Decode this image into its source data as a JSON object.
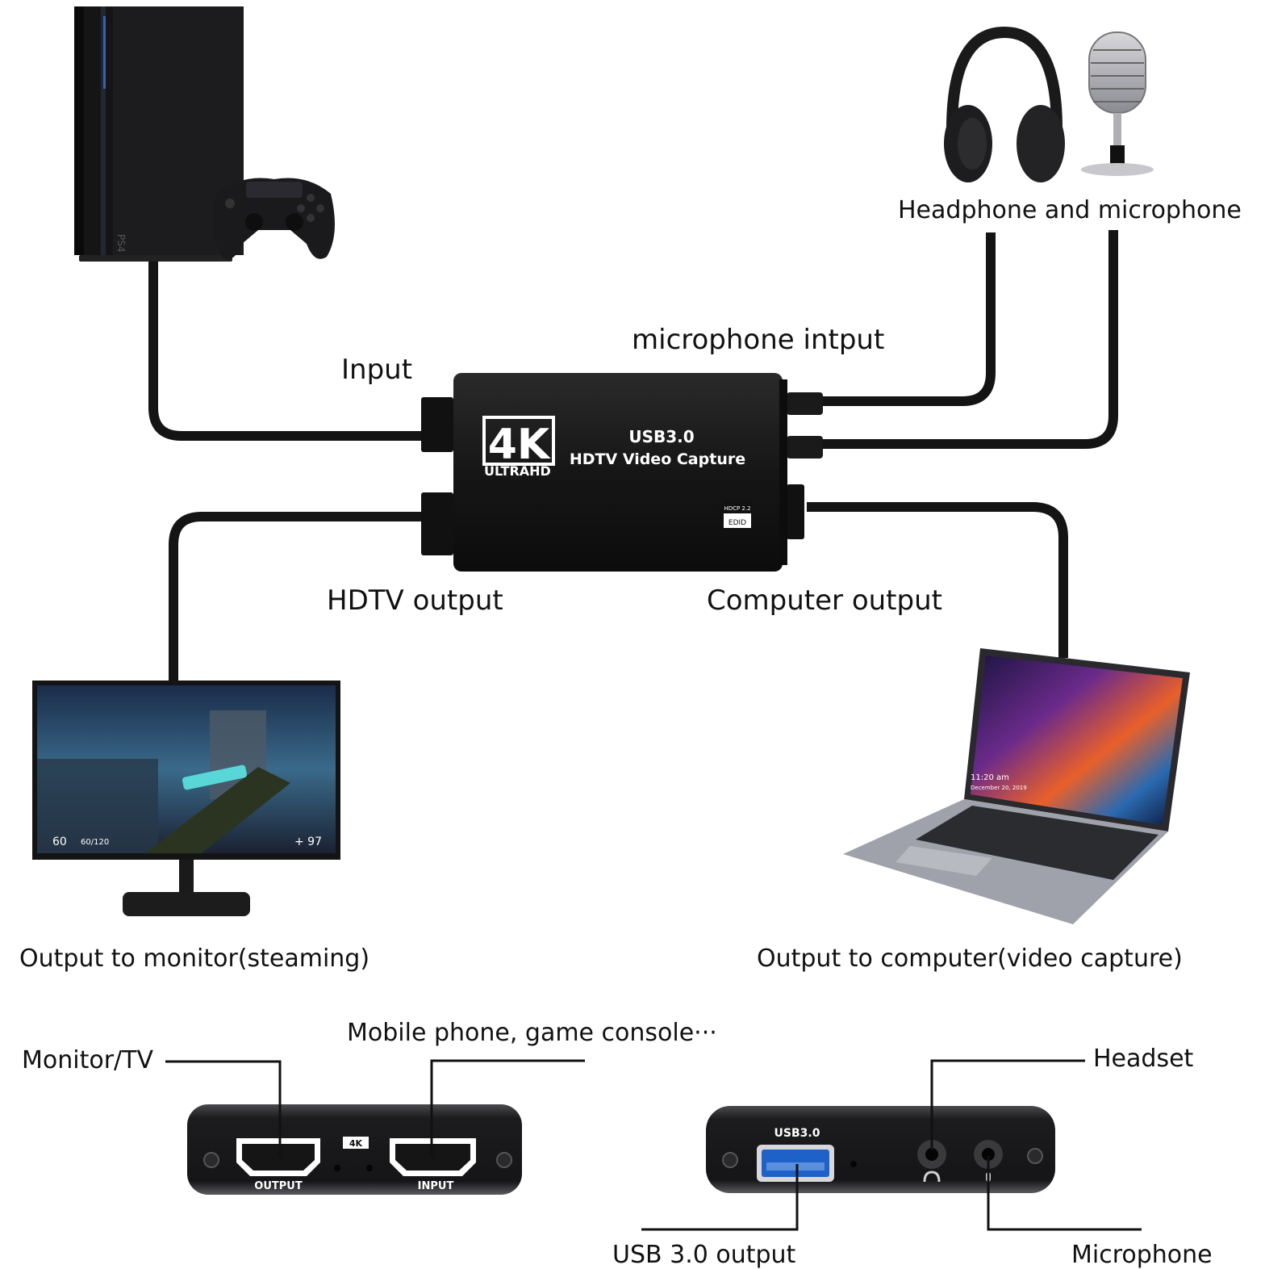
{
  "labels": {
    "headphone_mic": "Headphone and microphone",
    "mic_input": "microphone intput",
    "input": "Input",
    "hdtv_output": "HDTV output",
    "computer_output": "Computer output",
    "output_monitor": "Output to monitor(steaming)",
    "output_computer": "Output to computer(video capture)",
    "monitor_tv": "Monitor/TV",
    "mobile_phone": "Mobile phone, game console···",
    "headset": "Headset",
    "usb_output": "USB 3.0 output",
    "microphone": "Microphone"
  },
  "device": {
    "brand_4k": "4K",
    "ultra_hd": "ULTRAHD",
    "usb_label": "USB3.0",
    "product_name": "HDTV Video Capture",
    "hdcp": "HDCP 2.2",
    "edid": "EDID"
  },
  "side_view_left": {
    "output_port": "OUTPUT",
    "input_port": "INPUT",
    "badge": "4K"
  },
  "side_view_right": {
    "usb_label": "USB3.0"
  },
  "ps4_label": "PS4",
  "monitor_hud": {
    "health": "60",
    "ammo": "60/120",
    "armor": "+ 97"
  },
  "laptop_screen": {
    "time": "11:20 am",
    "date": "December 20, 2019"
  }
}
